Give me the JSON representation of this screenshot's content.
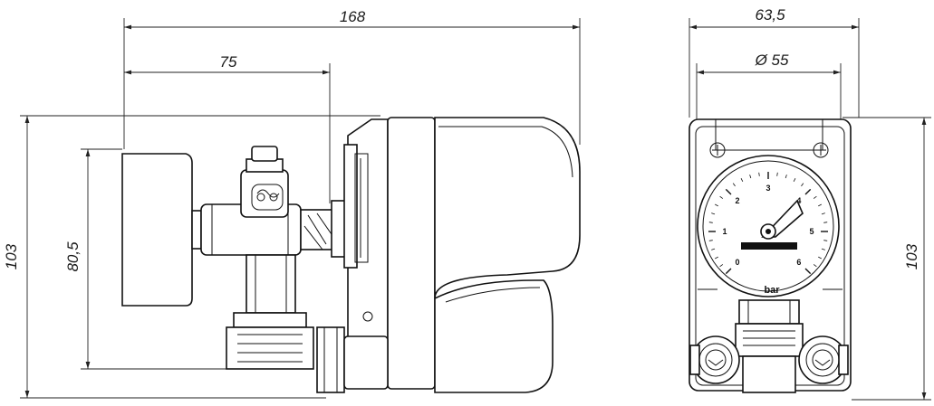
{
  "dimensions": {
    "overall_length": "168",
    "inlet_offset": "75",
    "overall_height_left": "103",
    "gauge_height": "80,5",
    "overall_width": "63,5",
    "gauge_diameter": "Ø 55",
    "overall_height_right": "103"
  },
  "gauge": {
    "scale": [
      "0",
      "1",
      "2",
      "3",
      "4",
      "5",
      "6"
    ],
    "unit": "bar"
  }
}
